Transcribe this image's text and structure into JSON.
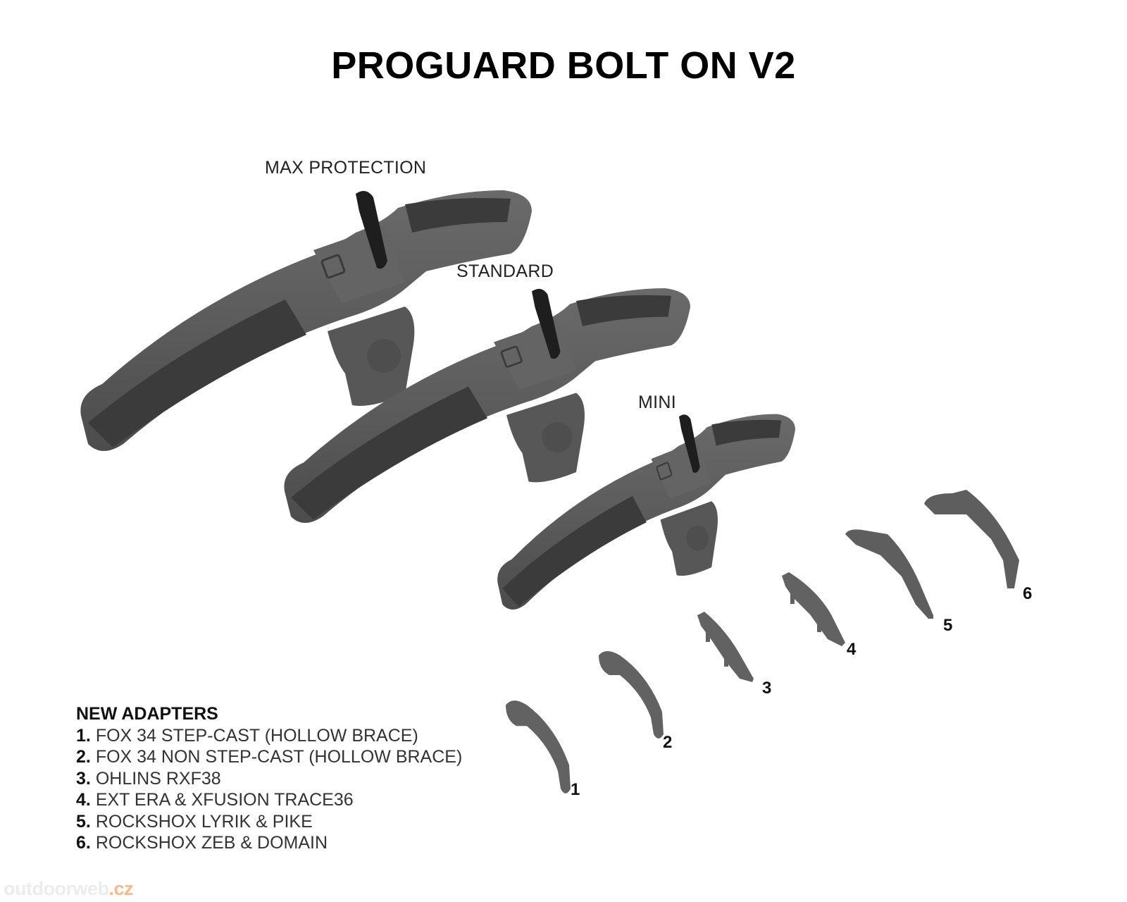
{
  "title": "PROGUARD BOLT ON V2",
  "variants": [
    {
      "label": "MAX PROTECTION"
    },
    {
      "label": "STANDARD"
    },
    {
      "label": "MINI"
    }
  ],
  "adapter_numbers": [
    "1",
    "2",
    "3",
    "4",
    "5",
    "6"
  ],
  "legend": {
    "heading": "NEW ADAPTERS",
    "items": [
      {
        "num": "1.",
        "text": "FOX 34 STEP-CAST (HOLLOW BRACE)"
      },
      {
        "num": "2.",
        "text": "FOX 34 NON STEP-CAST (HOLLOW BRACE)"
      },
      {
        "num": "3.",
        "text": "OHLINS RXF38"
      },
      {
        "num": "4.",
        "text": "EXT ERA & XFUSION TRACE36"
      },
      {
        "num": "5.",
        "text": "ROCKSHOX LYRIK & PIKE"
      },
      {
        "num": "6.",
        "text": "ROCKSHOX ZEB & DOMAIN"
      }
    ]
  },
  "watermark": {
    "part1": "outdoorweb",
    "part2": ".cz"
  },
  "colors": {
    "fender_body": "#5a5a5a",
    "fender_stripe": "#3a3a3a",
    "clip": "#1e1e1e",
    "adapter": "#626262",
    "watermark_accent": "#f6b98a"
  }
}
